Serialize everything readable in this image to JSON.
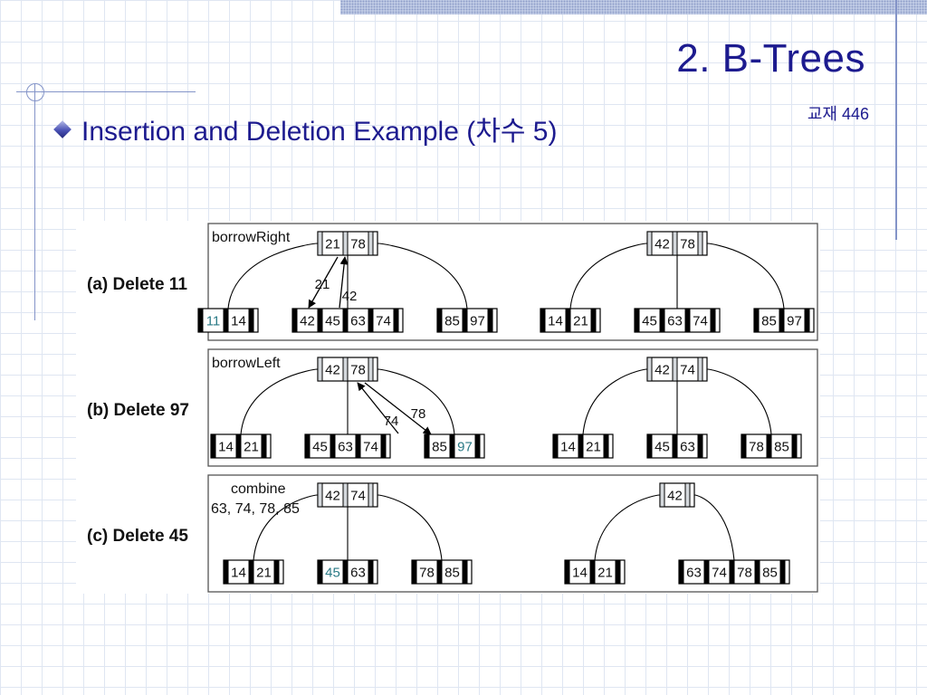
{
  "slide": {
    "title": "2. B-Trees",
    "reference": "교재 446",
    "bullet": "Insertion and Deletion Example (차수 5)"
  },
  "figure": {
    "panels": [
      {
        "label": "(a) Delete 11",
        "tag_lines": [
          "borrowRight"
        ],
        "before": {
          "root": [
            "21",
            "78"
          ],
          "children": [
            [
              "11",
              "14"
            ],
            [
              "42",
              "45",
              "63",
              "74"
            ],
            [
              "85",
              "97"
            ]
          ]
        },
        "after": {
          "root": [
            "42",
            "78"
          ],
          "children": [
            [
              "14",
              "21"
            ],
            [
              "45",
              "63",
              "74"
            ],
            [
              "85",
              "97"
            ]
          ]
        },
        "arrow_labels": [
          "21",
          "42"
        ],
        "highlighted_key": "11"
      },
      {
        "label": "(b) Delete 97",
        "tag_lines": [
          "borrowLeft"
        ],
        "before": {
          "root": [
            "42",
            "78"
          ],
          "children": [
            [
              "14",
              "21"
            ],
            [
              "45",
              "63",
              "74"
            ],
            [
              "85",
              "97"
            ]
          ]
        },
        "after": {
          "root": [
            "42",
            "74"
          ],
          "children": [
            [
              "14",
              "21"
            ],
            [
              "45",
              "63"
            ],
            [
              "78",
              "85"
            ]
          ]
        },
        "arrow_labels": [
          "74",
          "78"
        ],
        "highlighted_key": "97"
      },
      {
        "label": "(c) Delete 45",
        "tag_lines": [
          "combine",
          "63, 74, 78, 85"
        ],
        "before": {
          "root": [
            "42",
            "74"
          ],
          "children": [
            [
              "14",
              "21"
            ],
            [
              "45",
              "63"
            ],
            [
              "78",
              "85"
            ]
          ]
        },
        "after": {
          "root": [
            "42"
          ],
          "children": [
            [
              "14",
              "21"
            ],
            [
              "63",
              "74",
              "78",
              "85"
            ]
          ]
        },
        "arrow_labels": [],
        "highlighted_key": "45"
      }
    ]
  },
  "colors": {
    "title": "#1d1b8f",
    "highlight_key": "#2a7a86",
    "node_grey": "#d4d8dc",
    "panel_border": "#555555"
  }
}
